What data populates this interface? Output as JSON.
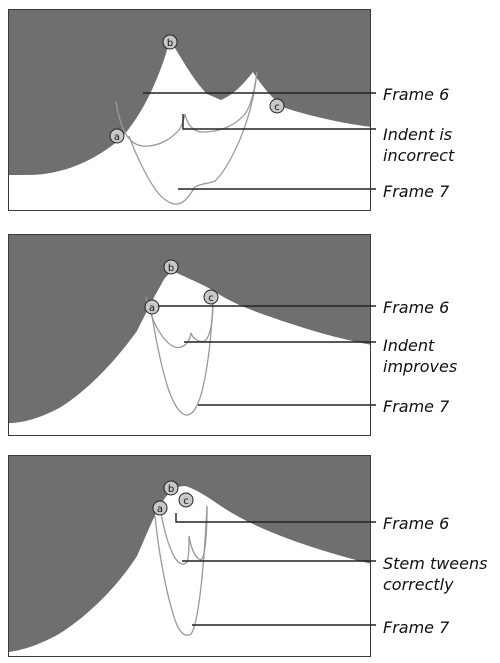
{
  "colors": {
    "shape_fill": "#6f6f6f",
    "outline": "#9a9a9a",
    "leader": "#222222",
    "point_fill": "#c8c8c8"
  },
  "panels": [
    {
      "points": {
        "a": "a",
        "b": "b",
        "c": "c"
      },
      "labels": [
        "Frame 6",
        "Indent is\nincorrect",
        "Frame 7"
      ]
    },
    {
      "points": {
        "a": "a",
        "b": "b",
        "c": "c"
      },
      "labels": [
        "Frame 6",
        "Indent\nimproves",
        "Frame 7"
      ]
    },
    {
      "points": {
        "a": "a",
        "b": "b",
        "c": "c"
      },
      "labels": [
        "Frame 6",
        "Stem tweens\ncorrectly",
        "Frame 7"
      ]
    }
  ]
}
